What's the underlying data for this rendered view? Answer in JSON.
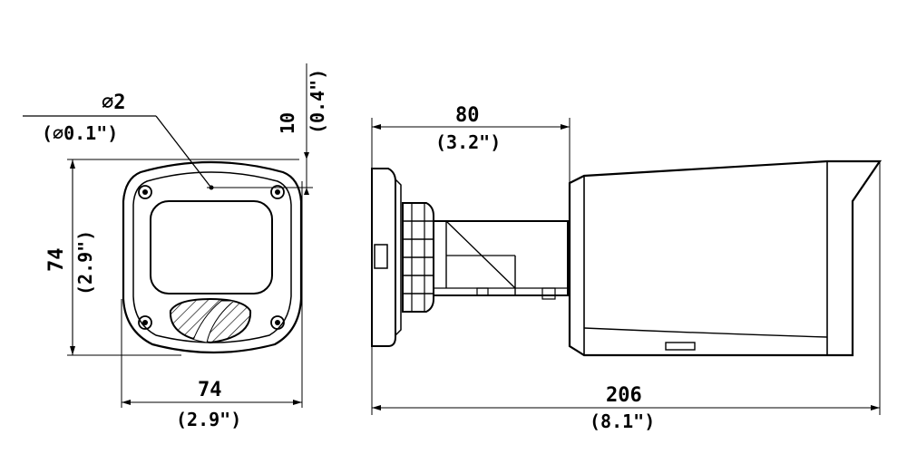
{
  "dimensions": {
    "hole_diameter_mm": "⌀2",
    "hole_diameter_in": "(⌀0.1\")",
    "offset_mm": "10",
    "offset_in": "(0.4\")",
    "front_height_mm": "74",
    "front_height_in": "(2.9\")",
    "front_width_mm": "74",
    "front_width_in": "(2.9\")",
    "bracket_depth_mm": "80",
    "bracket_depth_in": "(3.2\")",
    "total_length_mm": "206",
    "total_length_in": "(8.1\")"
  },
  "colors": {
    "line": "#000000",
    "background": "#ffffff"
  }
}
